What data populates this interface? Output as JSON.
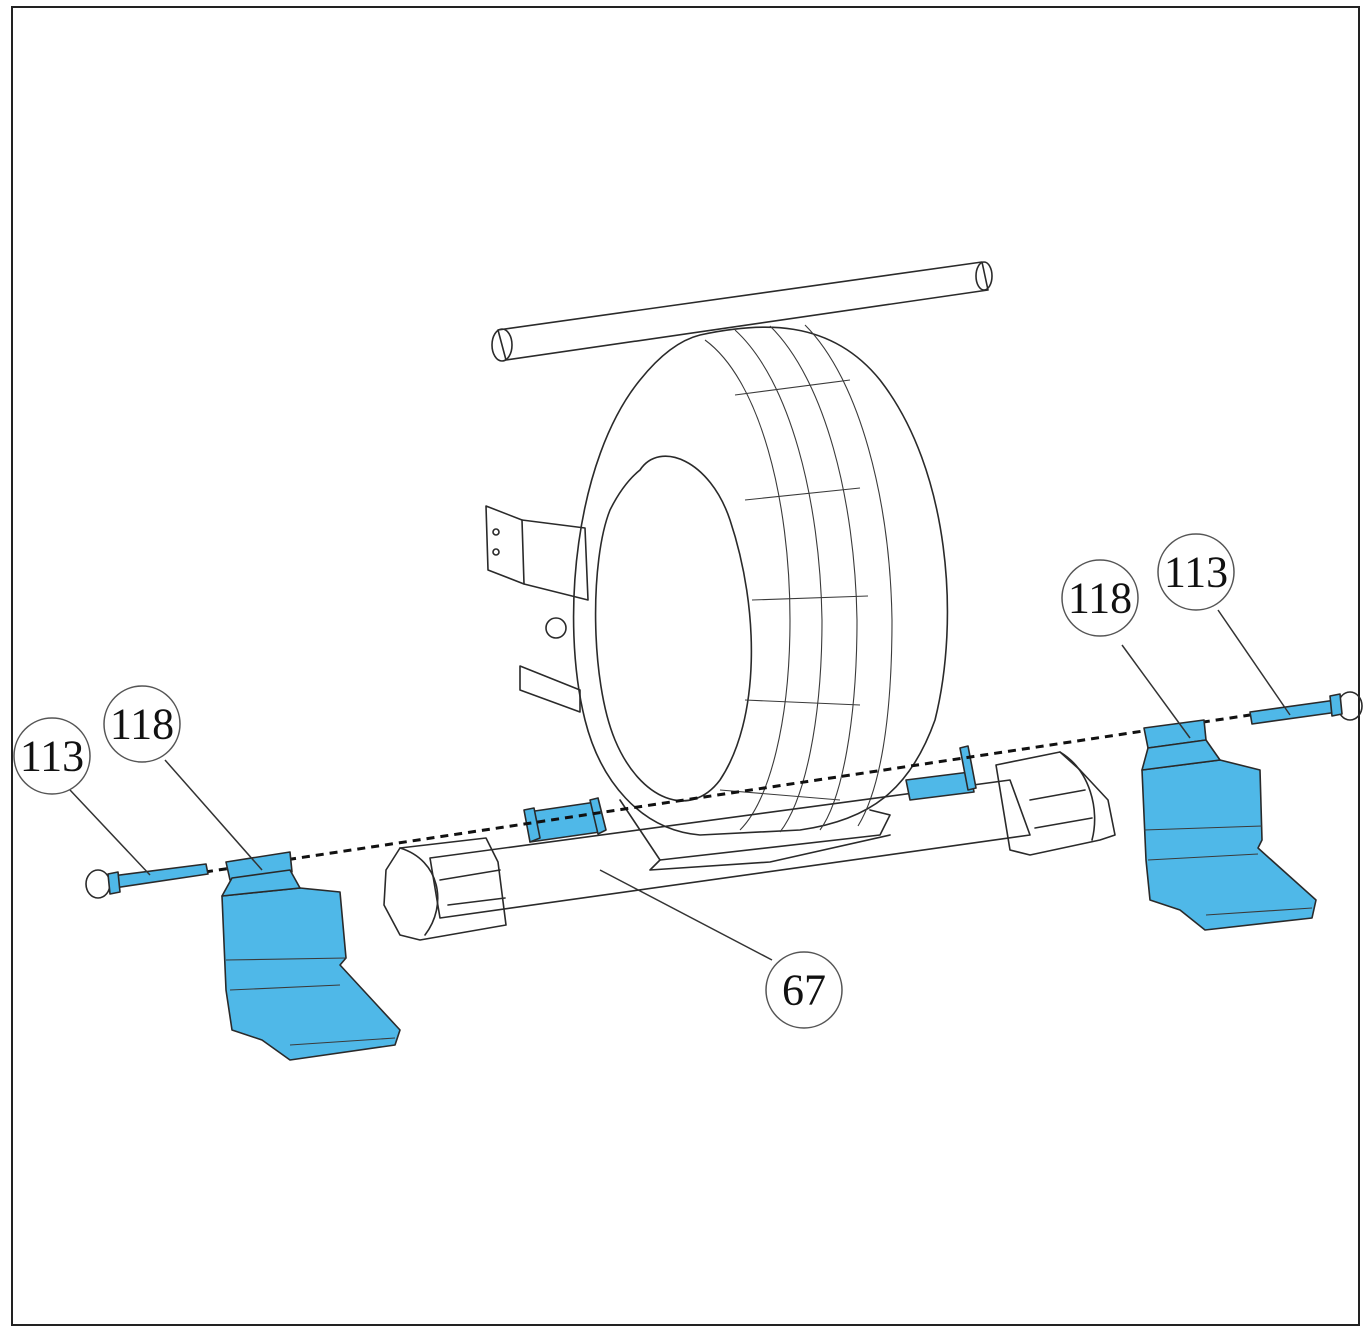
{
  "diagram": {
    "accent_color": "#4fb8e8",
    "callouts": [
      {
        "id": "left-pin",
        "label": "113"
      },
      {
        "id": "left-pedal",
        "label": "118"
      },
      {
        "id": "right-pedal",
        "label": "118"
      },
      {
        "id": "right-pin",
        "label": "113"
      },
      {
        "id": "stabilizer",
        "label": "67"
      }
    ]
  }
}
